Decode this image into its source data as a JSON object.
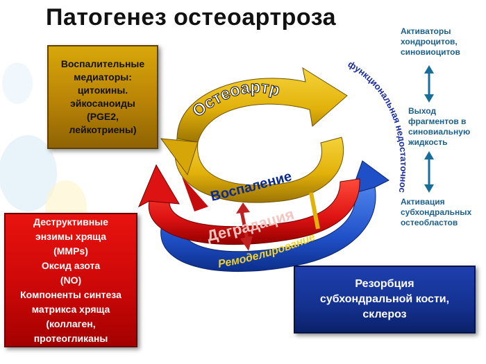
{
  "title": "Патогенез остеоартроза",
  "mediators": {
    "lines": [
      "Воспалительные",
      "медиаторы:",
      "цитокины.",
      "эйкосаноиды",
      "(PGE2,",
      "лейкотриены)"
    ]
  },
  "destructive": {
    "lines": [
      "Деструктивные",
      "энзимы хряща",
      "(MMPs)",
      "Оксид азота",
      "(NO)",
      "Компоненты синтеза",
      "матрикса хряща",
      "(коллаген,",
      "протеогликаны"
    ]
  },
  "resorption": {
    "lines": [
      "Резорбция",
      "субхондральной кости,",
      "склероз"
    ]
  },
  "right_column": {
    "activators": [
      "Активаторы",
      "хондроцитов,",
      "синовиоцитов"
    ],
    "fragments": [
      "Выход",
      "фрагментов в",
      "синовиальную",
      "жидкость"
    ],
    "subchondral": [
      "Активация",
      "субхондральных",
      "остеобластов"
    ]
  },
  "cycle_labels": {
    "osteoarthrosis": "Остеоартроз",
    "inflammation": "Воспаление",
    "degradation": "Деградация",
    "remodeling": "Ремоделирование",
    "insufficiency": "функциональная недостаточность"
  },
  "colors": {
    "gold": "#e2b10a",
    "red": "#dd1212",
    "blue": "#2050c8",
    "text_blue": "#1b5f8c",
    "arrow_blue": "#1a6d99"
  }
}
